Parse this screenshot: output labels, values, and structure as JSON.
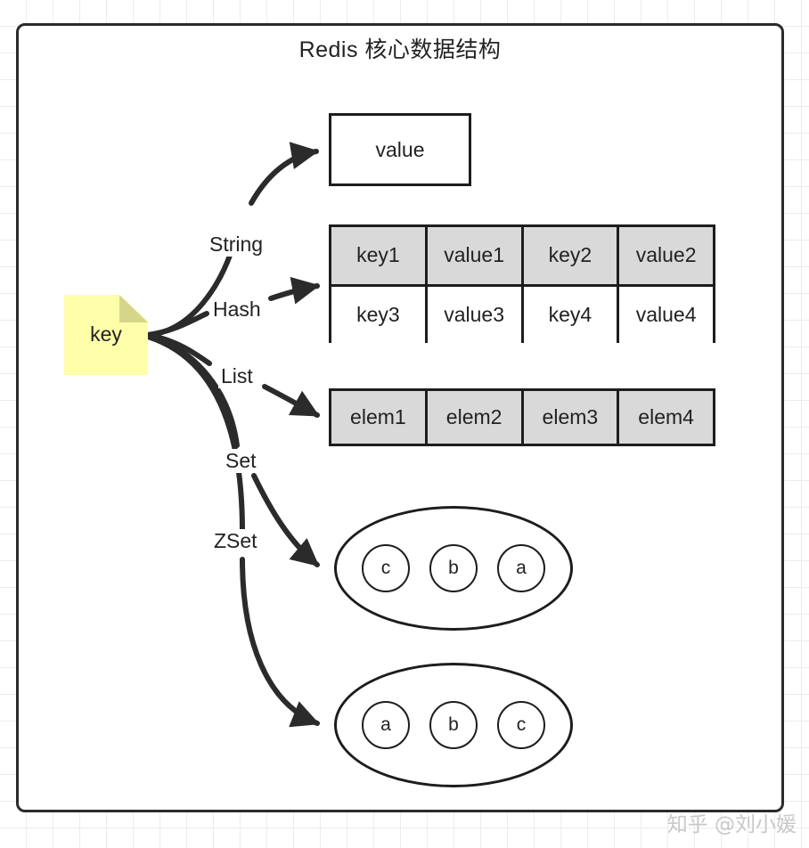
{
  "diagram": {
    "title": "Redis 核心数据结构",
    "root_node": {
      "label": "key",
      "color": "#ffffaa"
    },
    "edges": [
      {
        "label": "String",
        "target": "value-box"
      },
      {
        "label": "Hash",
        "target": "hash-table"
      },
      {
        "label": "List",
        "target": "list-box"
      },
      {
        "label": "Set",
        "target": "set-ellipse"
      },
      {
        "label": "ZSet",
        "target": "zset-ellipse"
      }
    ],
    "value_box": {
      "label": "value"
    },
    "hash_table": {
      "rows": [
        {
          "shaded": true,
          "cells": [
            "key1",
            "value1",
            "key2",
            "value2"
          ]
        },
        {
          "shaded": false,
          "cells": [
            "key3",
            "value3",
            "key4",
            "value4"
          ]
        }
      ]
    },
    "list_box": {
      "cells": [
        "elem1",
        "elem2",
        "elem3",
        "elem4"
      ]
    },
    "set_ellipse": {
      "members": [
        "c",
        "b",
        "a"
      ]
    },
    "zset_ellipse": {
      "members": [
        "a",
        "b",
        "c"
      ]
    },
    "colors": {
      "stroke": "#1d1d1d",
      "shaded_cell": "#d9d9d9",
      "note_fill": "#ffffaa",
      "note_fold": "#d6d68a",
      "grid_line": "#ececec"
    }
  },
  "watermark": {
    "text": "知乎 @刘小媛"
  }
}
